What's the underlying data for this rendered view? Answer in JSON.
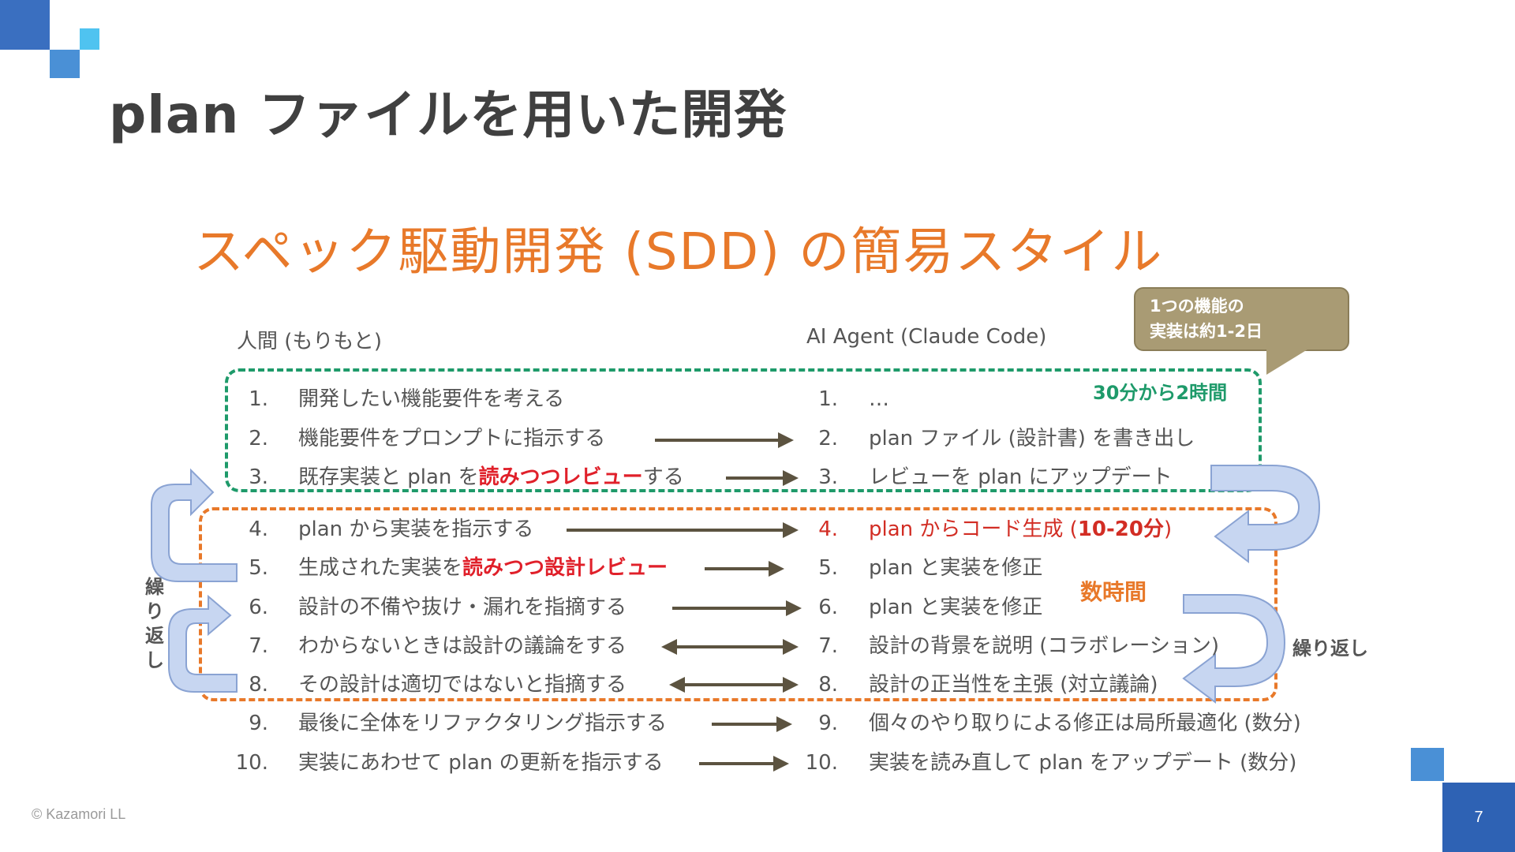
{
  "slide": {
    "title": "plan ファイルを用いた開発",
    "footer": "© Kazamori LL",
    "page_number": "7"
  },
  "figure": {
    "title": "スペック駆動開発 (SDD) の簡易スタイル",
    "human_header": "人間 (もりもと)",
    "agent_header": "AI Agent (Claude Code)",
    "callout": [
      "1つの機能の",
      "実装は約1-2日"
    ],
    "green_label": "30分から2時間",
    "orange_label": "数時間",
    "loop_left": "繰り返し",
    "loop_right": "繰り返し",
    "human_steps": [
      {
        "num": "1.",
        "text": "開発したい機能要件を考える"
      },
      {
        "num": "2.",
        "text": "機能要件をプロンプトに指示する"
      },
      {
        "num": "3.",
        "pre": "既存実装と plan を",
        "hl": "読みつつレビュー",
        "post": "する"
      },
      {
        "num": "4.",
        "text": "plan から実装を指示する"
      },
      {
        "num": "5.",
        "pre": "生成された実装を",
        "hl": "読みつつ設計レビュー",
        "post": ""
      },
      {
        "num": "6.",
        "text": "設計の不備や抜け・漏れを指摘する"
      },
      {
        "num": "7.",
        "text": "わからないときは設計の議論をする"
      },
      {
        "num": "8.",
        "text": "その設計は適切ではないと指摘する"
      },
      {
        "num": "9.",
        "text": "最後に全体をリファクタリング指示する"
      },
      {
        "num": "10.",
        "text": "実装にあわせて plan の更新を指示する"
      }
    ],
    "agent_steps": [
      {
        "num": "1.",
        "text": "…"
      },
      {
        "num": "2.",
        "text": "plan ファイル (設計書) を書き出し"
      },
      {
        "num": "3.",
        "text": "レビューを plan にアップデート"
      },
      {
        "num": "4.",
        "pre": "plan からコード生成 (",
        "hl": "10-20分",
        "post": ")"
      },
      {
        "num": "5.",
        "text": "plan と実装を修正"
      },
      {
        "num": "6.",
        "text": "plan と実装を修正"
      },
      {
        "num": "7.",
        "text": "設計の背景を説明 (コラボレーション)"
      },
      {
        "num": "8.",
        "text": "設計の正当性を主張 (対立議論)"
      },
      {
        "num": "9.",
        "text": "個々のやり取りによる修正は局所最適化 (数分)"
      },
      {
        "num": "10.",
        "text": "実装を読み直して plan をアップデート (数分)"
      }
    ],
    "arrows": [
      {
        "step": "2",
        "direction": "right"
      },
      {
        "step": "3",
        "direction": "right"
      },
      {
        "step": "4",
        "direction": "right"
      },
      {
        "step": "5",
        "direction": "right"
      },
      {
        "step": "6",
        "direction": "right"
      },
      {
        "step": "7",
        "direction": "both"
      },
      {
        "step": "8",
        "direction": "both"
      },
      {
        "step": "9",
        "direction": "right"
      },
      {
        "step": "10",
        "direction": "right"
      }
    ],
    "colors": {
      "title": "#e8792a",
      "green_box": "#1e9a6a",
      "orange_box": "#e8792a",
      "highlight": "#e0202a",
      "arrow": "#5c5340",
      "loop_arrow_fill": "#c7d6f1",
      "loop_arrow_stroke": "#8aa3d3",
      "callout": "#a99b74",
      "accent_blue": "#2e62b4"
    }
  }
}
